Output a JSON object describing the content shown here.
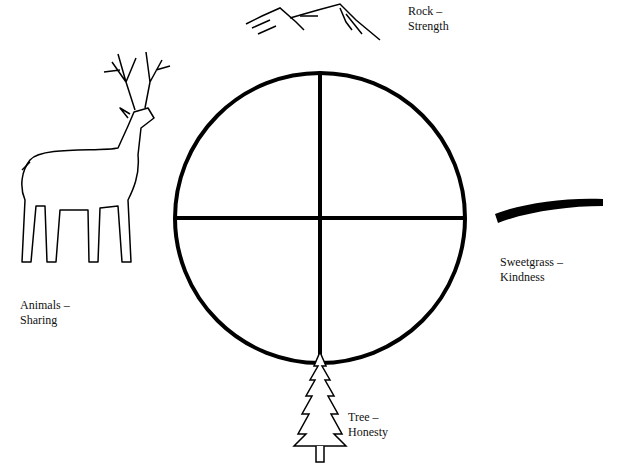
{
  "diagram": {
    "labels": [
      "Rock – Strength",
      "Sweetgrass – Kindness",
      "Tree – Honesty",
      "Animals – Sharing"
    ]
  }
}
